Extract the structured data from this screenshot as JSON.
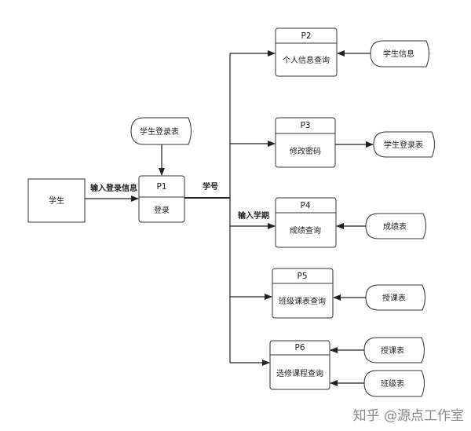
{
  "entity": {
    "label": "学生"
  },
  "processes": {
    "p1": {
      "id": "P1",
      "name": "登录"
    },
    "p2": {
      "id": "P2",
      "name": "个人信息查询"
    },
    "p3": {
      "id": "P3",
      "name": "修改密码"
    },
    "p4": {
      "id": "P4",
      "name": "成绩查询"
    },
    "p5": {
      "id": "P5",
      "name": "班级课表查询"
    },
    "p6": {
      "id": "P6",
      "name": "选修课程查询"
    }
  },
  "stores": {
    "login_table_top": "学生登录表",
    "student_info": "学生信息",
    "login_table_right": "学生登录表",
    "grades": "成绩表",
    "teaching_p5": "授课表",
    "teaching_p6": "授课表",
    "class_table": "班级表"
  },
  "flows": {
    "input_login": "输入登录信息",
    "student_id": "学号",
    "input_term": "输入学期"
  },
  "watermark": "知乎 @源点工作室"
}
